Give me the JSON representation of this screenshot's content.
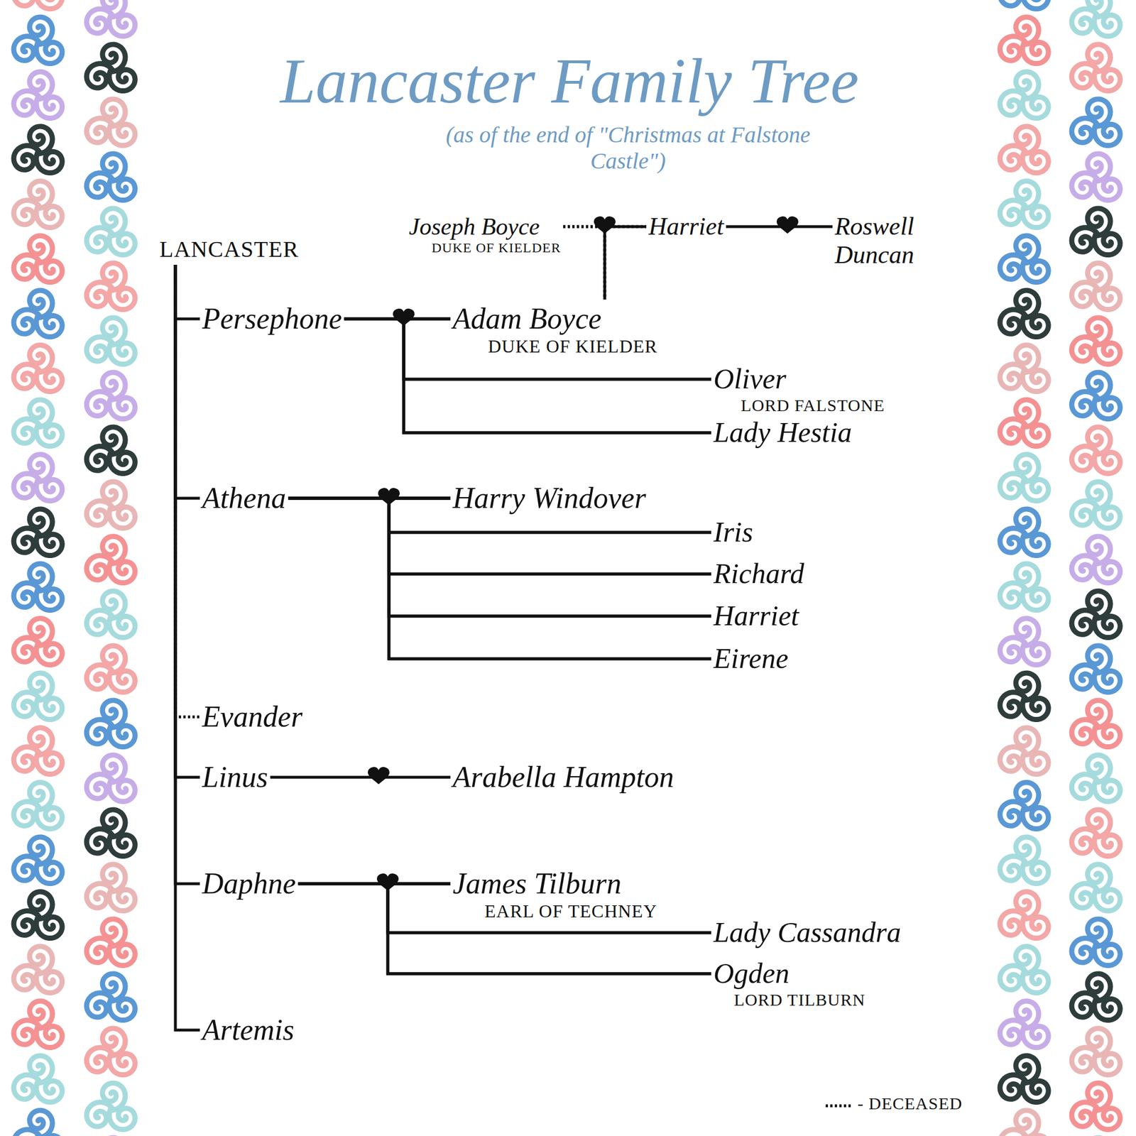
{
  "diagram": {
    "title": "Lancaster Family Tree",
    "caption": "(as of the end of \"Christmas at Falstone Castle\")",
    "nodes": [
      {
        "text": [
          "LANCASTER"
        ]
      },
      {
        "text": [
          "Joseph Boyce",
          "DUKE OF KIELDER"
        ]
      },
      {
        "text": [
          "Harriet"
        ]
      },
      {
        "text": [
          "Roswell Duncan"
        ]
      },
      {
        "text": [
          "Persephone"
        ]
      },
      {
        "text": [
          "Adam Boyce",
          "DUKE OF KIELDER"
        ]
      },
      {
        "text": [
          "Oliver",
          "LORD FALSTONE"
        ]
      },
      {
        "text": [
          "Lady Hestia"
        ]
      },
      {
        "text": [
          "Athena"
        ]
      },
      {
        "text": [
          "Harry Windover"
        ]
      },
      {
        "text": [
          "Iris"
        ]
      },
      {
        "text": [
          "Richard"
        ]
      },
      {
        "text": [
          "Harriet"
        ]
      },
      {
        "text": [
          "Eirene"
        ]
      },
      {
        "text": [
          "Evander"
        ]
      },
      {
        "text": [
          "Linus"
        ]
      },
      {
        "text": [
          "Arabella Hampton"
        ]
      },
      {
        "text": [
          "Daphne"
        ]
      },
      {
        "text": [
          "James Tilburn",
          "EARL OF TECHNEY"
        ]
      },
      {
        "text": [
          "Lady Cassandra"
        ]
      },
      {
        "text": [
          "Ogden",
          "LORD TILBURN"
        ]
      },
      {
        "text": [
          "Artemis"
        ]
      }
    ],
    "edges": [
      {
        "from": 0,
        "to": 4,
        "arrow": "none"
      },
      {
        "from": 0,
        "to": 8,
        "arrow": "none"
      },
      {
        "from": 0,
        "to": 14,
        "arrow": "none"
      },
      {
        "from": 0,
        "to": 15,
        "arrow": "none"
      },
      {
        "from": 0,
        "to": 17,
        "arrow": "none"
      },
      {
        "from": 0,
        "to": 21,
        "arrow": "none"
      },
      {
        "from": 1,
        "to": 2,
        "arrow": "none"
      },
      {
        "from": 2,
        "to": 3,
        "arrow": "none"
      },
      {
        "from": 1,
        "to": 5,
        "arrow": "none"
      },
      {
        "from": 2,
        "to": 5,
        "arrow": "none"
      },
      {
        "from": 4,
        "to": 5,
        "arrow": "none"
      },
      {
        "from": 4,
        "to": 6,
        "arrow": "none"
      },
      {
        "from": 5,
        "to": 6,
        "arrow": "none"
      },
      {
        "from": 4,
        "to": 7,
        "arrow": "none"
      },
      {
        "from": 5,
        "to": 7,
        "arrow": "none"
      },
      {
        "from": 8,
        "to": 9,
        "arrow": "none"
      },
      {
        "from": 8,
        "to": 10,
        "arrow": "none"
      },
      {
        "from": 9,
        "to": 10,
        "arrow": "none"
      },
      {
        "from": 8,
        "to": 11,
        "arrow": "none"
      },
      {
        "from": 9,
        "to": 11,
        "arrow": "none"
      },
      {
        "from": 8,
        "to": 12,
        "arrow": "none"
      },
      {
        "from": 9,
        "to": 12,
        "arrow": "none"
      },
      {
        "from": 8,
        "to": 13,
        "arrow": "none"
      },
      {
        "from": 9,
        "to": 13,
        "arrow": "none"
      },
      {
        "from": 15,
        "to": 16,
        "arrow": "none"
      },
      {
        "from": 17,
        "to": 18,
        "arrow": "none"
      },
      {
        "from": 17,
        "to": 19,
        "arrow": "none"
      },
      {
        "from": 18,
        "to": 19,
        "arrow": "none"
      },
      {
        "from": 17,
        "to": 20,
        "arrow": "none"
      },
      {
        "from": 18,
        "to": 20,
        "arrow": "none"
      }
    ],
    "legend": [
      {
        "text": "- DECEASED"
      }
    ]
  }
}
